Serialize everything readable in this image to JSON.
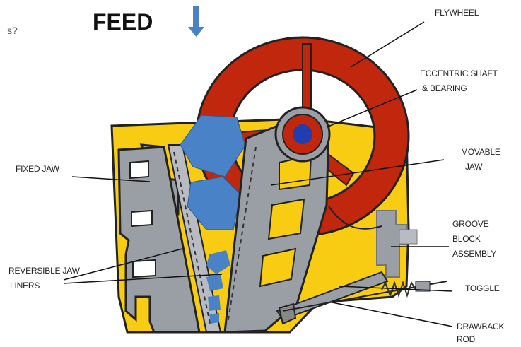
{
  "heading": "FEED",
  "fragment": "s?",
  "labels": {
    "flywheel": "FLYWHEEL",
    "eccentric_1": "ECCENTRIC SHAFT",
    "eccentric_2": "& BEARING",
    "movable_1": "MOVABLE",
    "movable_2": "JAW",
    "fixed": "FIXED JAW",
    "groove_1": "GROOVE",
    "groove_2": "BLOCK",
    "groove_3": "ASSEMBLY",
    "reversible_1": "REVERSIBLE JAW",
    "reversible_2": "LINERS",
    "toggle": "TOGGLE",
    "drawback_1": "DRAWBACK",
    "drawback_2": "ROD"
  },
  "colors": {
    "frame": "#f7cc12",
    "flywheel": "#c1270c",
    "rock": "#4a82c8",
    "jaw": "#9a9ea5",
    "shaft": "#1f3fb0"
  }
}
